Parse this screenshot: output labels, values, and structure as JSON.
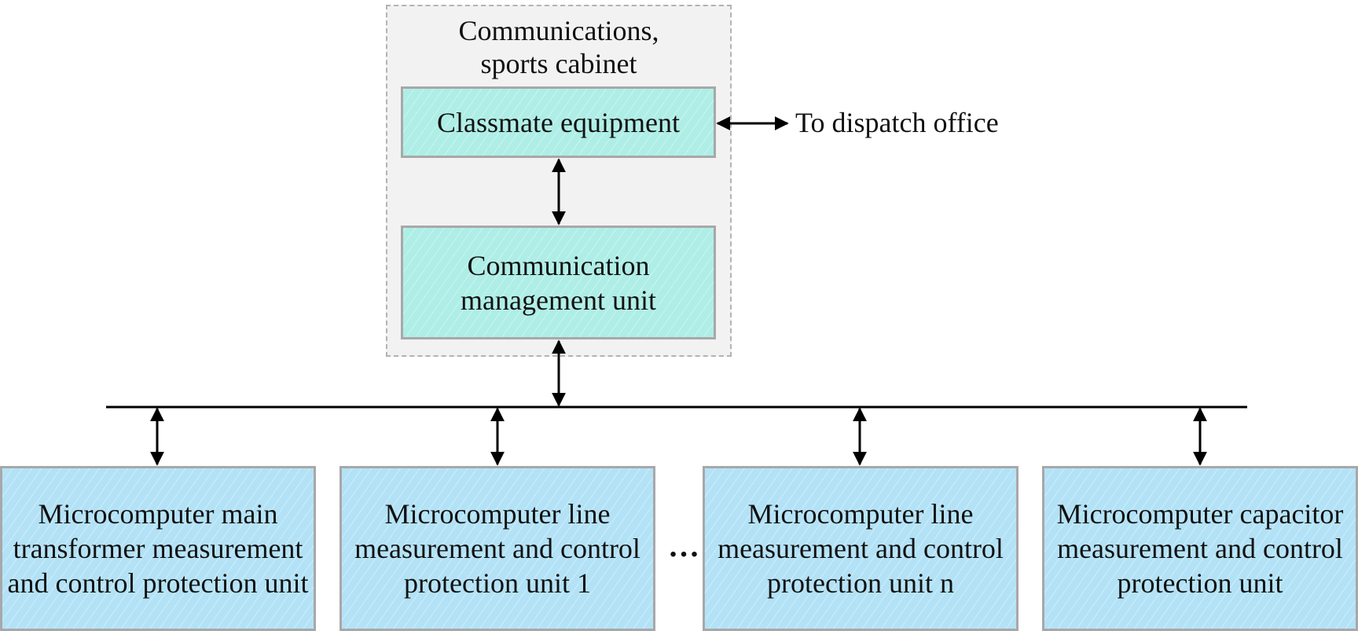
{
  "cabinet": {
    "title": "Communications,\nsports cabinet"
  },
  "boxes": {
    "classmate": "Classmate equipment",
    "comm_mgmt": "Communication management unit",
    "main_transformer": "Microcomputer main transformer measurement and control protection unit",
    "line_1": "Microcomputer line measurement and control protection unit 1",
    "line_n": "Microcomputer line measurement and control protection unit n",
    "capacitor": "Microcomputer capacitor measurement and control protection unit"
  },
  "dispatch_label": "To dispatch office",
  "ellipsis": "…"
}
